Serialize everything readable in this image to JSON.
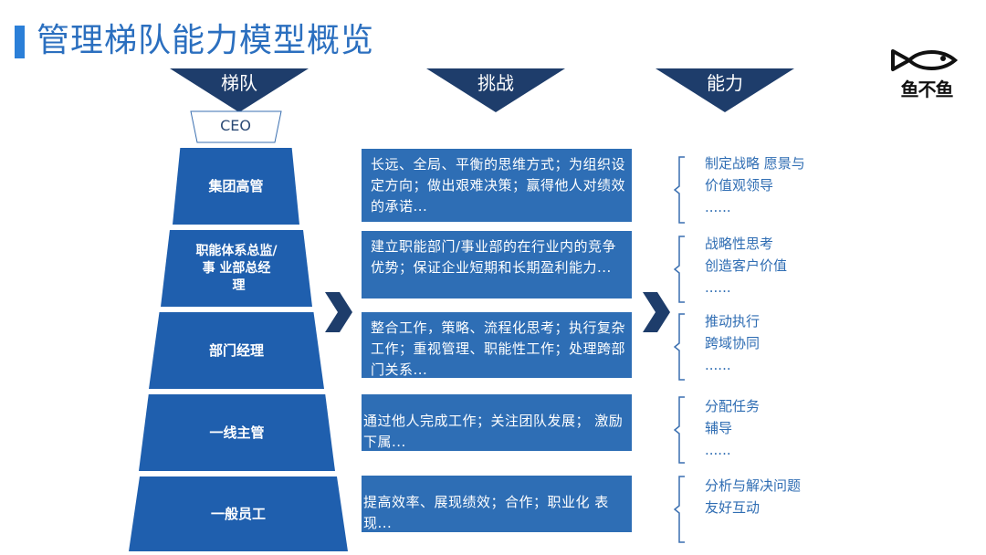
{
  "title": "管理梯队能力模型概览",
  "logo_text": "鱼不鱼",
  "headers": {
    "tier": "梯队",
    "challenge": "挑战",
    "ability": "能力"
  },
  "ceo": "CEO",
  "tiers": [
    {
      "name": "集团高管"
    },
    {
      "name_line1": "职能体系总监/",
      "name_line2": "事 业部总经",
      "name_line3": "理"
    },
    {
      "name": "部门经理"
    },
    {
      "name": "一线主管"
    },
    {
      "name": "一般员工"
    }
  ],
  "challenges": [
    "长远、全局、平衡的思维方式；为组织设定方向；做出艰难决策；赢得他人对绩效的承诺...",
    "建立职能部门/事业部的在行业内的竞争优势；保证企业短期和长期盈利能力...",
    "整合工作，策略、流程化思考；执行复杂工作；重视管理、职能性工作；处理跨部门关系...",
    "通过他人完成工作；关注团队发展；  激励下属...",
    "提高效率、展现绩效；合作；职业化 表现..."
  ],
  "abilities": [
    [
      "制定战略  愿景与",
      "价值观领导",
      "......"
    ],
    [
      "战略性思考",
      "创造客户价值",
      "......"
    ],
    [
      "推动执行",
      "跨域协同",
      "......"
    ],
    [
      "分配任务",
      "辅导",
      "......"
    ],
    [
      "分析与解决问题",
      "友好互动"
    ]
  ]
}
